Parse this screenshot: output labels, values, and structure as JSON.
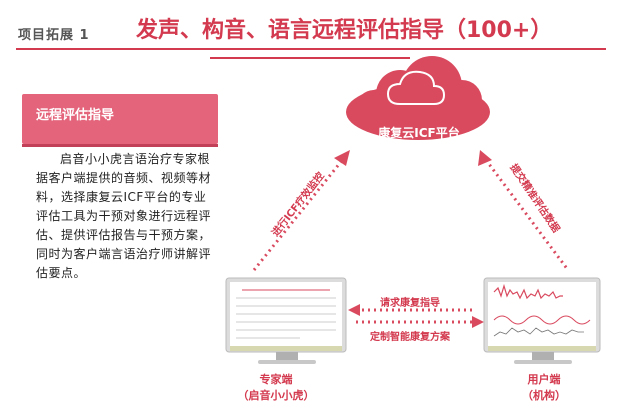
{
  "header": {
    "tag": "项目拓展 1",
    "title": "发声、构音、语言远程评估指导（100+）"
  },
  "side": {
    "heading": "远程评估指导",
    "body": "启音小小虎言语治疗专家根据客户端提供的音频、视频等材料，选择康复云ICF平台的专业评估工具为干预对象进行远程评估、提供评估报告与干预方案，同时为客户端言语治疗师讲解评估要点。"
  },
  "diagram": {
    "cloud_label": "康复云ICF平台",
    "left_arrow_label": "进行ICF疗效监控",
    "right_arrow_label": "提交精准评估数据",
    "top_arrow_label": "请求康复指导",
    "bottom_arrow_label": "定制智能康复方案",
    "expert_caption_1": "专家端",
    "expert_caption_2": "（启音小小虎）",
    "user_caption_1": "用户端",
    "user_caption_2": "（机构）"
  },
  "colors": {
    "accent": "#d33a4f",
    "cloud": "#d94a5f"
  }
}
